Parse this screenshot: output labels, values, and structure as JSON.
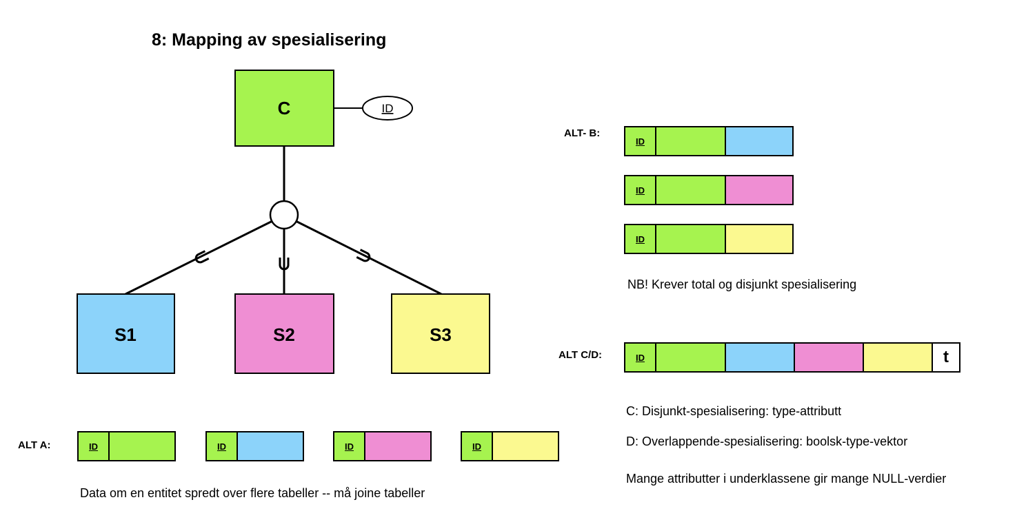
{
  "title": "8: Mapping av spesialisering",
  "colors": {
    "C": "#a6f34f",
    "S1": "#8cd3fa",
    "S2": "#ef8ed3",
    "S3": "#fbf990",
    "t": "#ffffff"
  },
  "er": {
    "superclass": "C",
    "attribute": "ID",
    "subclasses": [
      "S1",
      "S2",
      "S3"
    ]
  },
  "alt_a": {
    "label": "ALT A:",
    "tables": [
      {
        "cells": [
          "ID",
          "C"
        ]
      },
      {
        "cells": [
          "ID",
          "S1"
        ]
      },
      {
        "cells": [
          "ID",
          "S2"
        ]
      },
      {
        "cells": [
          "ID",
          "S3"
        ]
      }
    ],
    "note": "Data om en entitet spredt over flere tabeller -- må joine tabeller"
  },
  "alt_b": {
    "label": "ALT- B:",
    "tables": [
      {
        "cells": [
          "ID",
          "C",
          "S1"
        ]
      },
      {
        "cells": [
          "ID",
          "C",
          "S2"
        ]
      },
      {
        "cells": [
          "ID",
          "C",
          "S3"
        ]
      }
    ],
    "note": "NB! Krever total og disjunkt spesialisering"
  },
  "alt_cd": {
    "label": "ALT C/D:",
    "cells": [
      "ID",
      "C",
      "S1",
      "S2",
      "S3",
      "t"
    ],
    "type_column": "t",
    "notes": [
      "C: Disjunkt-spesialisering: type-attributt",
      "D: Overlappende-spesialisering: boolsk-type-vektor",
      "Mange attributter i underklassene gir mange NULL-verdier"
    ]
  }
}
